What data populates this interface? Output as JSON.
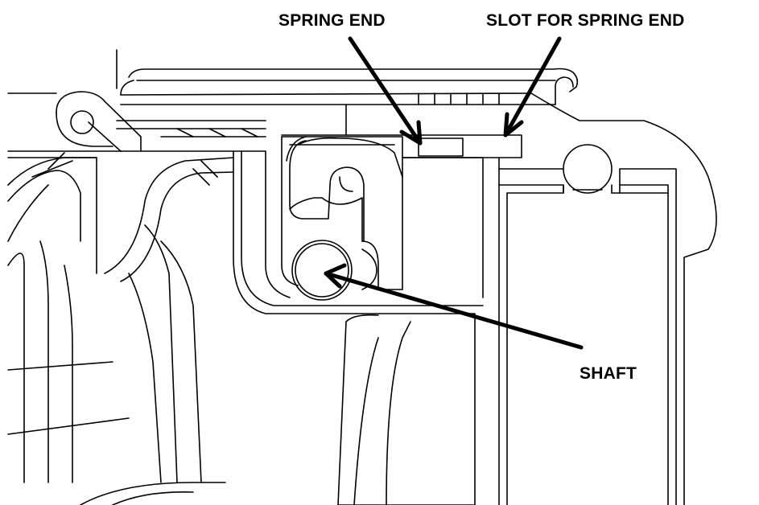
{
  "labels": {
    "spring_end": "SPRING END",
    "slot_for_spring_end": "SLOT FOR SPRING END",
    "shaft": "SHAFT"
  },
  "colors": {
    "line": "#000000",
    "background": "#ffffff"
  }
}
